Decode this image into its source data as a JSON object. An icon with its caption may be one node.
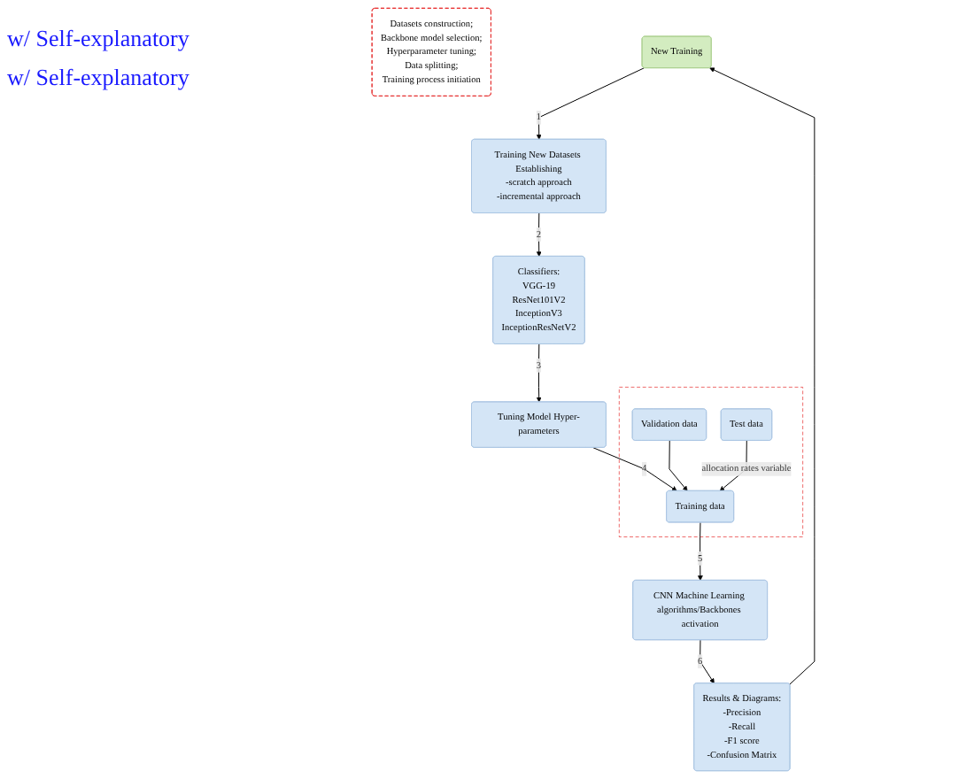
{
  "diagram": {
    "nodes": [
      {
        "text": [
          "New Training"
        ]
      },
      {
        "text": [
          "Training New Datasets Establishing",
          "-scratch approach",
          "-incremental approach"
        ]
      },
      {
        "text": [
          "Classifiers:",
          "VGG-19",
          "ResNet101V2",
          "InceptionV3",
          "InceptionResNetV2"
        ]
      },
      {
        "text": [
          "Tuning Model Hyper-parameters"
        ]
      },
      {
        "text": [],
        "shape": "box"
      },
      {
        "text": [
          "Training data"
        ],
        "in": 4
      },
      {
        "text": [
          "Validation data"
        ],
        "in": 4
      },
      {
        "text": [
          "Test data"
        ],
        "in": 4
      },
      {
        "text": [
          "CNN Machine Learning algorithms/Backbones activation"
        ]
      },
      {
        "text": [
          "Results & Diagrams:",
          "-Precision",
          "-Recall",
          "-F1 score",
          "-Confusion Matrix"
        ]
      },
      {
        "text": [
          "Datasets construction;",
          "Backbone model selection;",
          "Hyperparameter tuning;",
          "Data splitting;",
          "Training process initiation"
        ]
      }
    ],
    "edges": [
      {
        "from": 0,
        "to": 1,
        "arrow": "to",
        "label": "1"
      },
      {
        "from": 1,
        "to": 2,
        "arrow": "to",
        "label": "2"
      },
      {
        "from": 2,
        "to": 3,
        "arrow": "to",
        "label": "3"
      },
      {
        "from": 3,
        "to": 5,
        "arrow": "to",
        "label": "4"
      },
      {
        "from": 6,
        "to": 5,
        "arrow": "to"
      },
      {
        "from": 7,
        "to": 5,
        "arrow": "to",
        "label": "allocation rates variable"
      },
      {
        "from": 5,
        "to": 8,
        "arrow": "to",
        "label": "5"
      },
      {
        "from": 8,
        "to": 9,
        "arrow": "to",
        "label": "6"
      },
      {
        "from": 9,
        "to": 0,
        "arrow": "to"
      }
    ],
    "labels": [
      "w/ Self-explanatory",
      "w/ Self-explanatory"
    ]
  }
}
